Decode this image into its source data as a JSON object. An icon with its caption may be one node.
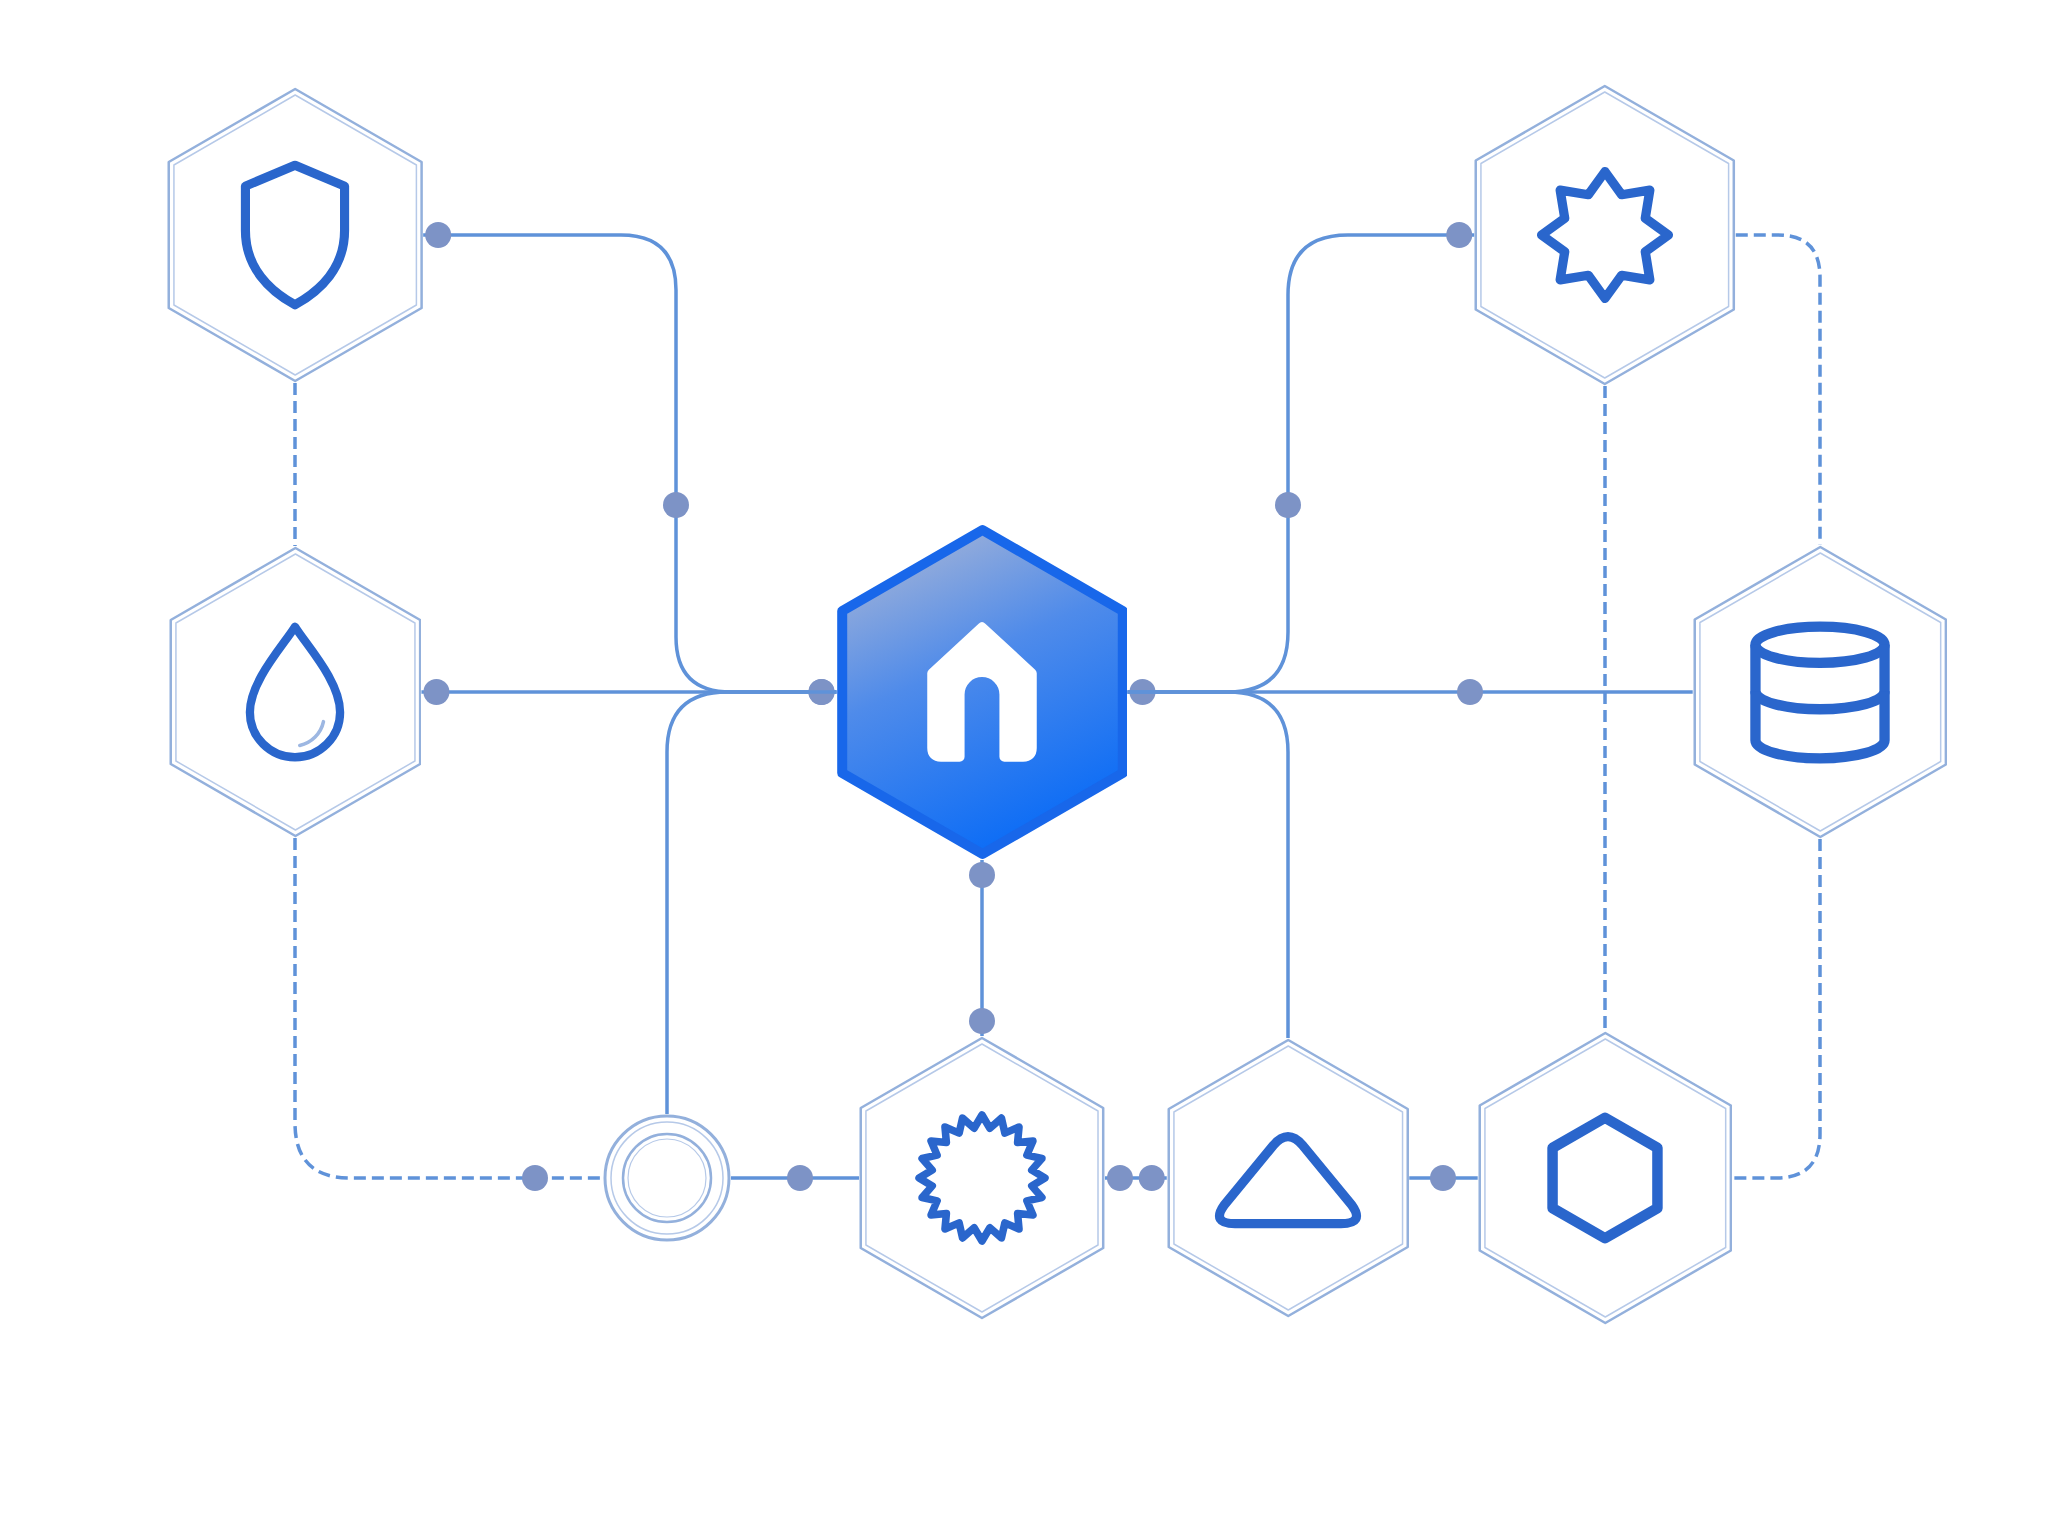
{
  "diagram": {
    "nodes": [
      {
        "text": [],
        "shape": "hexagon"
      },
      {
        "text": [],
        "shape": "hexagon"
      },
      {
        "text": [],
        "shape": "hexagon"
      },
      {
        "text": [],
        "shape": "hexagon"
      },
      {
        "text": [],
        "shape": "hexagon"
      },
      {
        "text": [],
        "shape": "circle"
      },
      {
        "text": [],
        "shape": "hexagon"
      },
      {
        "text": [],
        "shape": "hexagon"
      },
      {
        "text": [],
        "shape": "hexagon"
      }
    ],
    "edges": [
      {
        "from": 0,
        "to": 2,
        "arrow": "other"
      },
      {
        "from": 1,
        "to": 2,
        "arrow": "other"
      },
      {
        "from": 5,
        "to": 2,
        "arrow": "none"
      },
      {
        "from": 0,
        "to": 1,
        "arrow": "none",
        "style": "dashed"
      },
      {
        "from": 1,
        "to": 5,
        "arrow": "none",
        "style": "dashed"
      },
      {
        "from": 5,
        "to": 6,
        "arrow": "none"
      },
      {
        "from": 2,
        "to": 6,
        "arrow": "other"
      },
      {
        "from": 6,
        "to": 7,
        "arrow": "other"
      },
      {
        "from": 7,
        "to": 8,
        "arrow": "none"
      },
      {
        "from": 2,
        "to": 3,
        "arrow": "other"
      },
      {
        "from": 2,
        "to": 4,
        "arrow": "none"
      },
      {
        "from": 2,
        "to": 7,
        "arrow": "none"
      },
      {
        "from": 3,
        "to": 8,
        "arrow": "none",
        "style": "dashed"
      },
      {
        "from": 3,
        "to": 4,
        "arrow": "none",
        "style": "dashed"
      },
      {
        "from": 4,
        "to": 8,
        "arrow": "none",
        "style": "dashed"
      }
    ]
  }
}
